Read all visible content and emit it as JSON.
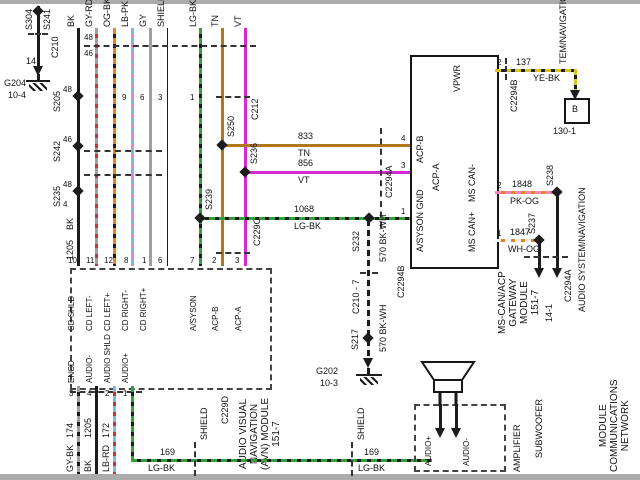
{
  "colors": {
    "wire_black": "#1c1c1c",
    "wire_gray": "#9aa0a6",
    "wire_red": "#d03030",
    "wire_orange": "#e8821e",
    "wire_lightblue": "#7db7e8",
    "wire_pink": "#ef86c0",
    "wire_green": "#2fa33a",
    "wire_tan": "#b07818",
    "wire_violet": "#d12bd1",
    "wire_yellow": "#d8c520",
    "background": "#ffffff",
    "letterbox": "#ababab"
  },
  "g204": {
    "s304": "S304",
    "s241": "S241",
    "c210": "C210",
    "circuit": "14",
    "name": "G204",
    "grid": "10-4"
  },
  "cols": {
    "bk": "BK",
    "gyrd": "GY-RD",
    "ogbk": "OG-BK",
    "lbpk": "LB-PK",
    "gy": "GY",
    "shield": "SHIELD",
    "lgbk": "LG-BK",
    "tn": "TN",
    "vt": "VT"
  },
  "splices": {
    "s205": "S205",
    "s242": "S242",
    "s235": "S235",
    "s250": "S250",
    "s236": "S236",
    "s239": "S239",
    "s232": "S232",
    "s217": "S217",
    "s238": "S238",
    "s237": "S237"
  },
  "nums": {
    "n48a": "48",
    "n46a": "46",
    "n48b": "48",
    "n4": "4",
    "n48t": "48",
    "n46t": "46",
    "n9": "9",
    "n6": "6",
    "n3": "3",
    "n1": "1"
  },
  "w1205": {
    "num": "1205",
    "col": "BK"
  },
  "avn": {
    "pins_top": [
      "10",
      "11",
      "12",
      "8",
      "1",
      "6",
      "7",
      "2",
      "3"
    ],
    "cd": [
      "CD SHLD",
      "CD LEFT-",
      "CD LEFT+",
      "CD RIGHT-",
      "CD RIGHT+"
    ],
    "aux": [
      "A/SYSON",
      "ACP-B",
      "ACP-A"
    ],
    "lower": [
      "ENCD",
      "AUDIO-",
      "AUDIO SHLD",
      "AUDIO+"
    ],
    "pins_bottom": [
      "3",
      "4",
      "2",
      "1"
    ],
    "name": "AUDIO VISUAL\nNAVIGATION\n(AVN) MODULE\n151-7",
    "c229d": "C229D",
    "c229c": "C229C",
    "c212": "C212"
  },
  "bwires": [
    {
      "num": "174",
      "col": "GY-BK"
    },
    {
      "num": "1205",
      "col": "BK"
    },
    {
      "num": "172",
      "col": "LB-RD"
    }
  ],
  "runs": {
    "w833": {
      "num": "833",
      "col": "TN"
    },
    "w856": {
      "num": "856",
      "col": "VT"
    },
    "w1068": {
      "num": "1068",
      "col": "LG-BK"
    },
    "c2294a": "C2294A",
    "c2294b": "C2294B"
  },
  "gw": {
    "vpwr": "VPWR",
    "acpb": "ACP-B",
    "acpa": "ACP-A",
    "asyson": "A/SYSON GND",
    "canm": "MS CAN-",
    "canp": "MS CAN+",
    "pin4": "4",
    "pin3": "3",
    "pin1": "1",
    "pin2r": "2",
    "pin1r": "1",
    "name": "MS-CAN/ACP\nGATEWAY\nMODULE\n151-7"
  },
  "vpwr": {
    "pin": "2",
    "num": "137",
    "col": "YE-BK",
    "conn": "C2294B",
    "dest": "B",
    "grid": "130-1",
    "note": "TEM/NAVIGATION"
  },
  "can": {
    "mnum": "1848",
    "mcol": "PK-OG",
    "pnum": "1847",
    "pcol": "WH-OG",
    "conn": "C2294A",
    "grid": "14-1",
    "sys": "AUDIO SYSTEM/NAVIGATION",
    "net": "MODULE COMMUNICATIONS\nNETWORK"
  },
  "gnd570": {
    "num1": "570 BK-WH",
    "num2": "570 BK-WH",
    "c2107": "C210 - 7",
    "g202": "G202",
    "grid": "10-3"
  },
  "bot": {
    "na": "169",
    "ca": "LG-BK",
    "nb": "169",
    "cb": "LG-BK",
    "sha": "SHIELD",
    "shb": "SHIELD",
    "sub": "SUBWOOFER",
    "amp": "AMPLIFIER",
    "ap": "AUDIO+",
    "am": "AUDIO-"
  }
}
